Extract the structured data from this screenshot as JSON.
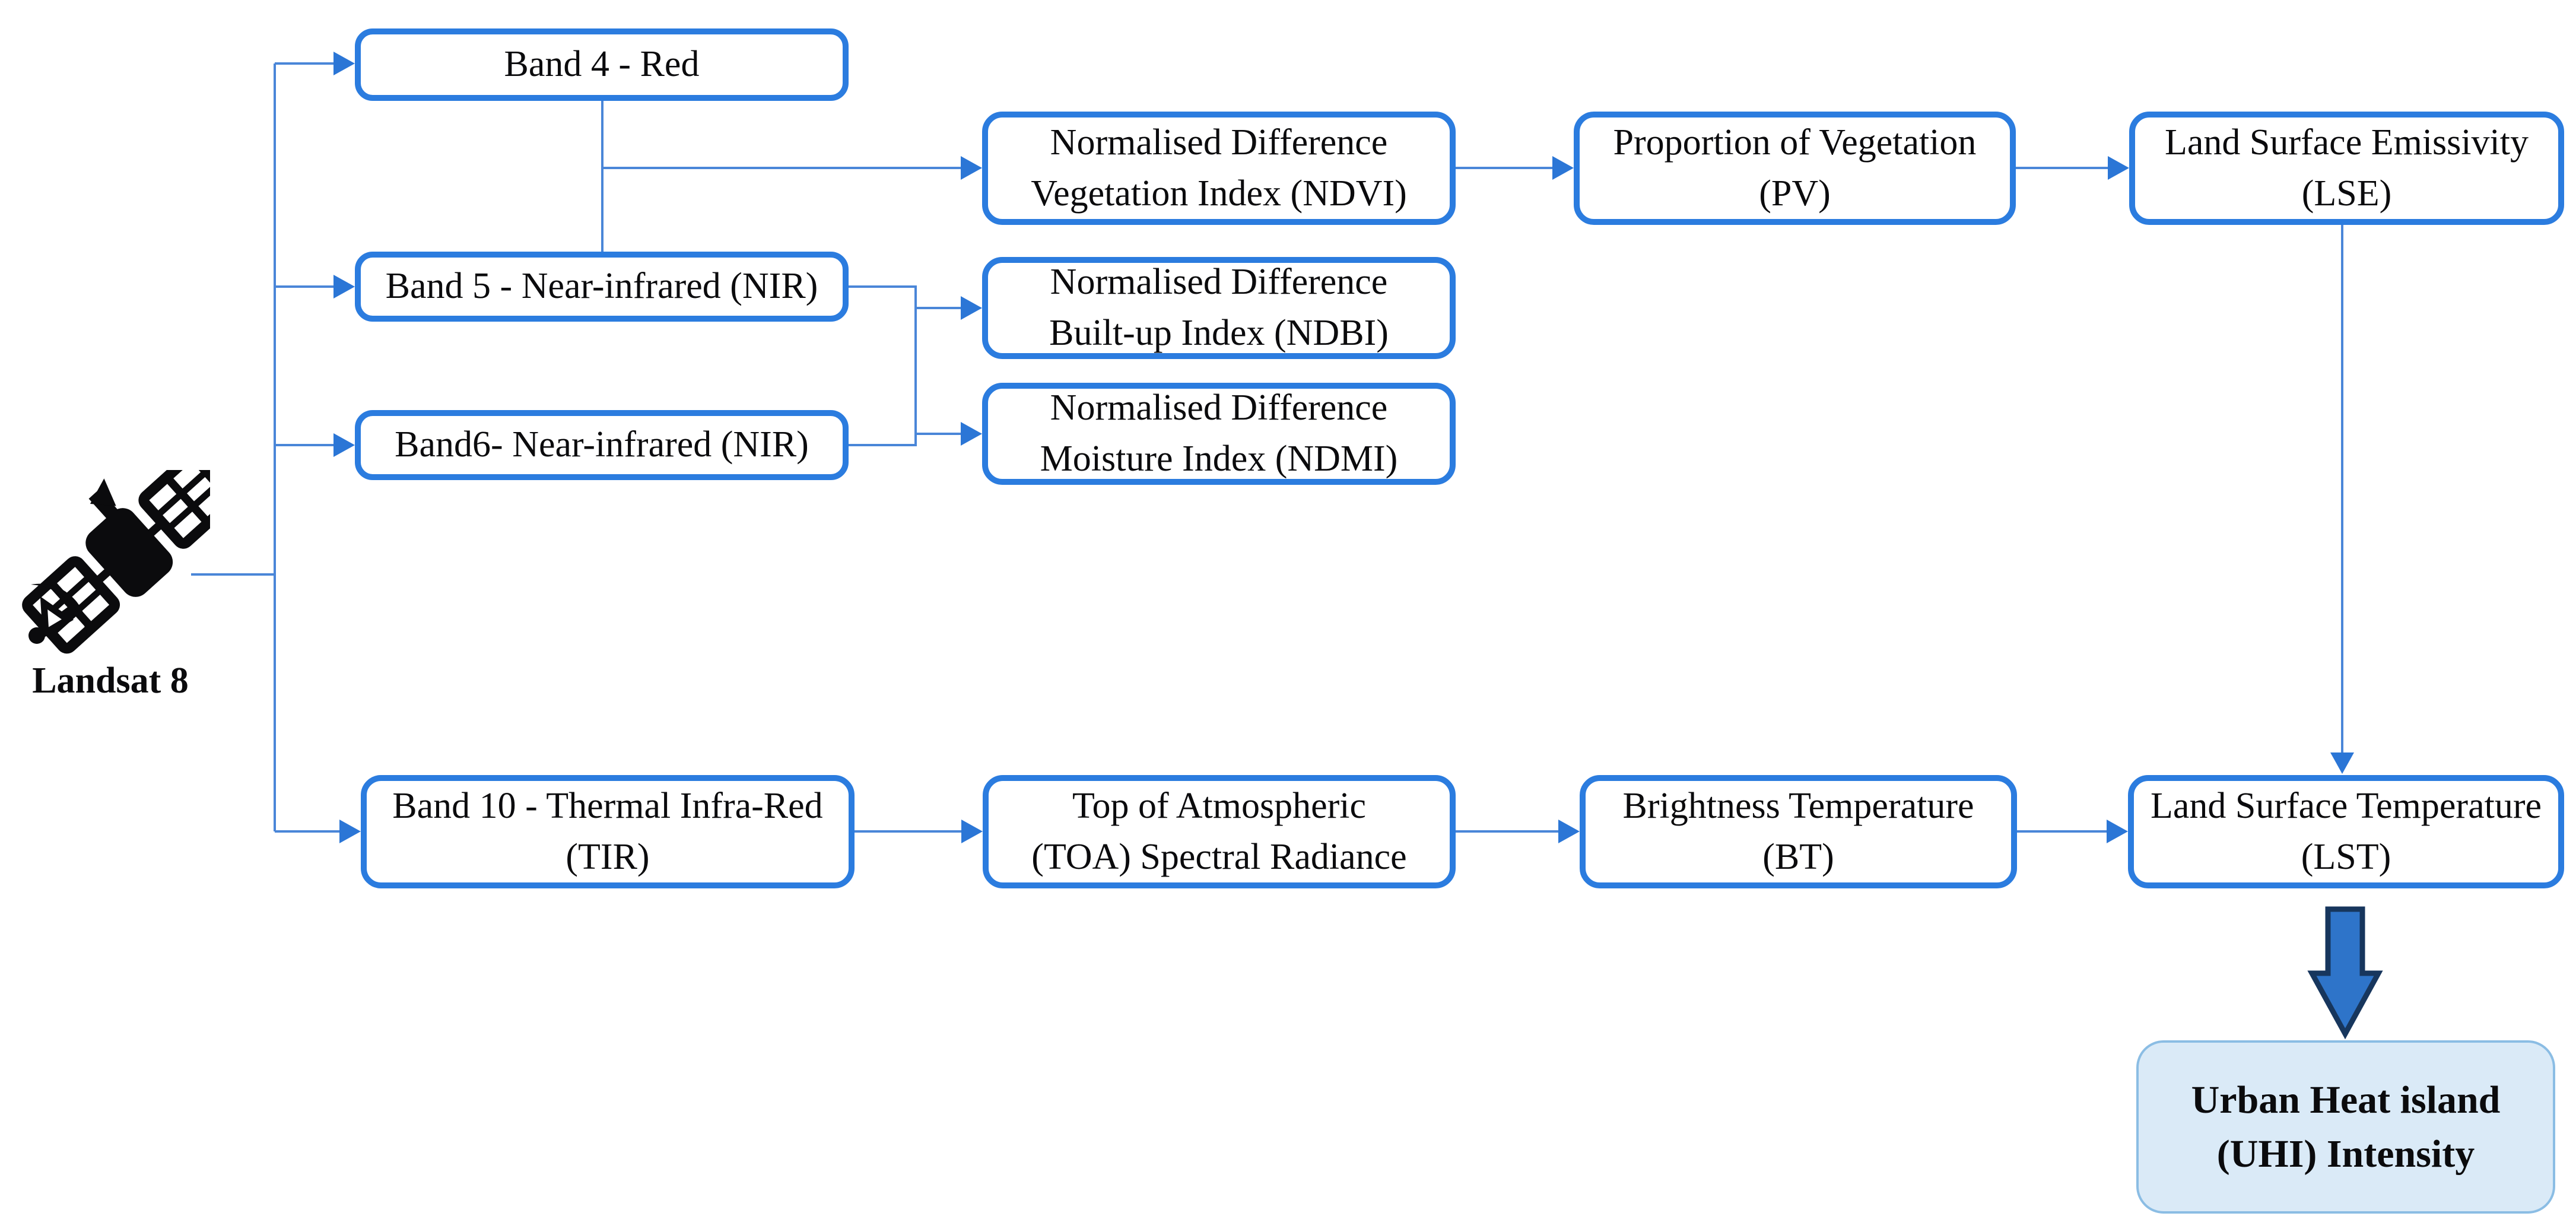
{
  "colors": {
    "box_border": "#2b7cdf",
    "connector": "#4a86d8",
    "arrowhead": "#2b76d6",
    "block_arrow_fill": "#2e74c9",
    "block_arrow_border": "#17365d",
    "uhi_fill": "#daeaf7",
    "uhi_border": "#8bbde4",
    "text": "#0b0b0d"
  },
  "source": {
    "icon": "satellite-icon",
    "label": "Landsat 8"
  },
  "nodes": {
    "band4": {
      "label": "Band 4 - Red"
    },
    "band5": {
      "label": "Band 5 - Near-infrared (NIR)"
    },
    "band6": {
      "label": "Band6- Near-infrared (NIR)"
    },
    "band10": {
      "label": "Band 10 - Thermal Infra-Red\n(TIR)"
    },
    "ndvi": {
      "label": "Normalised Difference\nVegetation Index (NDVI)"
    },
    "ndbi": {
      "label": "Normalised Difference\nBuilt-up Index (NDBI)"
    },
    "ndmi": {
      "label": "Normalised Difference\nMoisture Index (NDMI)"
    },
    "toa": {
      "label": "Top of Atmospheric\n(TOA) Spectral Radiance"
    },
    "pv": {
      "label": "Proportion of Vegetation\n(PV)"
    },
    "bt": {
      "label": "Brightness Temperature\n(BT)"
    },
    "lse": {
      "label": "Land Surface Emissivity\n(LSE)"
    },
    "lst": {
      "label": "Land Surface Temperature\n(LST)"
    },
    "uhi": {
      "label": "Urban Heat island\n(UHI) Intensity"
    }
  },
  "edges": [
    {
      "from": "landsat8",
      "to": "band4"
    },
    {
      "from": "landsat8",
      "to": "band5"
    },
    {
      "from": "landsat8",
      "to": "band6"
    },
    {
      "from": "landsat8",
      "to": "band10"
    },
    {
      "from": "band4",
      "to": "ndvi"
    },
    {
      "from": "band5",
      "to": "ndvi"
    },
    {
      "from": "band5",
      "to": "ndbi"
    },
    {
      "from": "band5",
      "to": "ndmi"
    },
    {
      "from": "band6",
      "to": "ndbi"
    },
    {
      "from": "band6",
      "to": "ndmi"
    },
    {
      "from": "ndvi",
      "to": "pv"
    },
    {
      "from": "pv",
      "to": "lse"
    },
    {
      "from": "lse",
      "to": "lst"
    },
    {
      "from": "band10",
      "to": "toa"
    },
    {
      "from": "toa",
      "to": "bt"
    },
    {
      "from": "bt",
      "to": "lst"
    },
    {
      "from": "lst",
      "to": "uhi"
    }
  ]
}
